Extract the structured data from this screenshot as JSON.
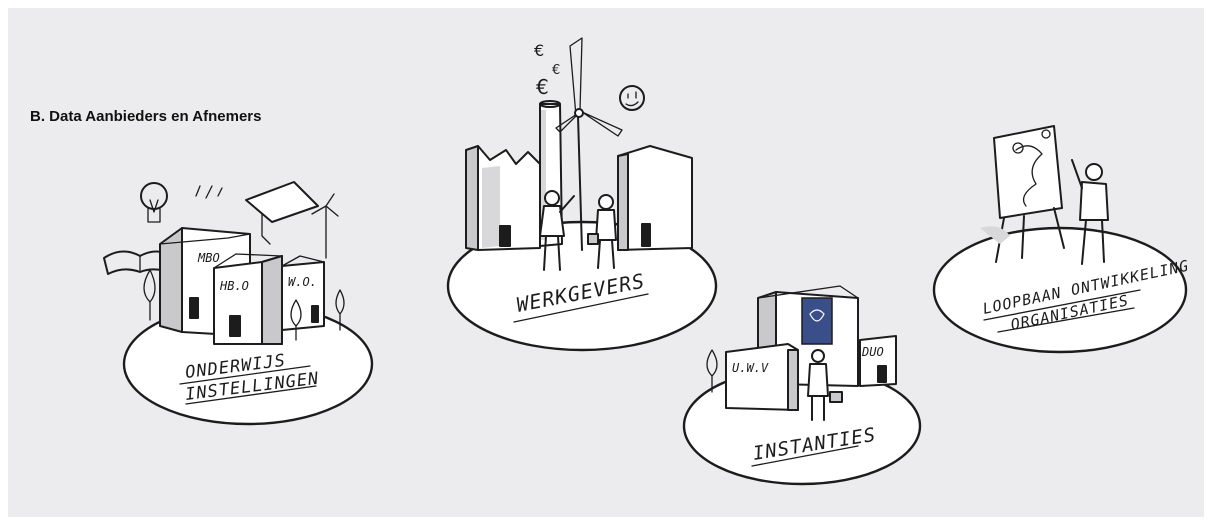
{
  "heading": "B. Data Aanbieders en Afnemers",
  "groups": {
    "onderwijs": {
      "label_line1": "ONDERWIJS",
      "label_line2": "INSTELLINGEN",
      "buildings": [
        "MBO",
        "HB.O",
        "W.O."
      ]
    },
    "werkgevers": {
      "label": "WERKGEVERS"
    },
    "instanties": {
      "label": "INSTANTIES",
      "buildings": [
        "U.W.V",
        "DUO"
      ]
    },
    "loopbaan": {
      "label_line1": "LOOPBAAN ONTWIKKELING",
      "label_line2": "ORGANISATIES"
    }
  },
  "symbols": [
    "€",
    "€",
    "€"
  ],
  "colors": {
    "background": "#ececee",
    "ink": "#1c1c1c",
    "shade": "#c9c9cc",
    "rijksoverheid_blue": "#3a4f8a"
  }
}
